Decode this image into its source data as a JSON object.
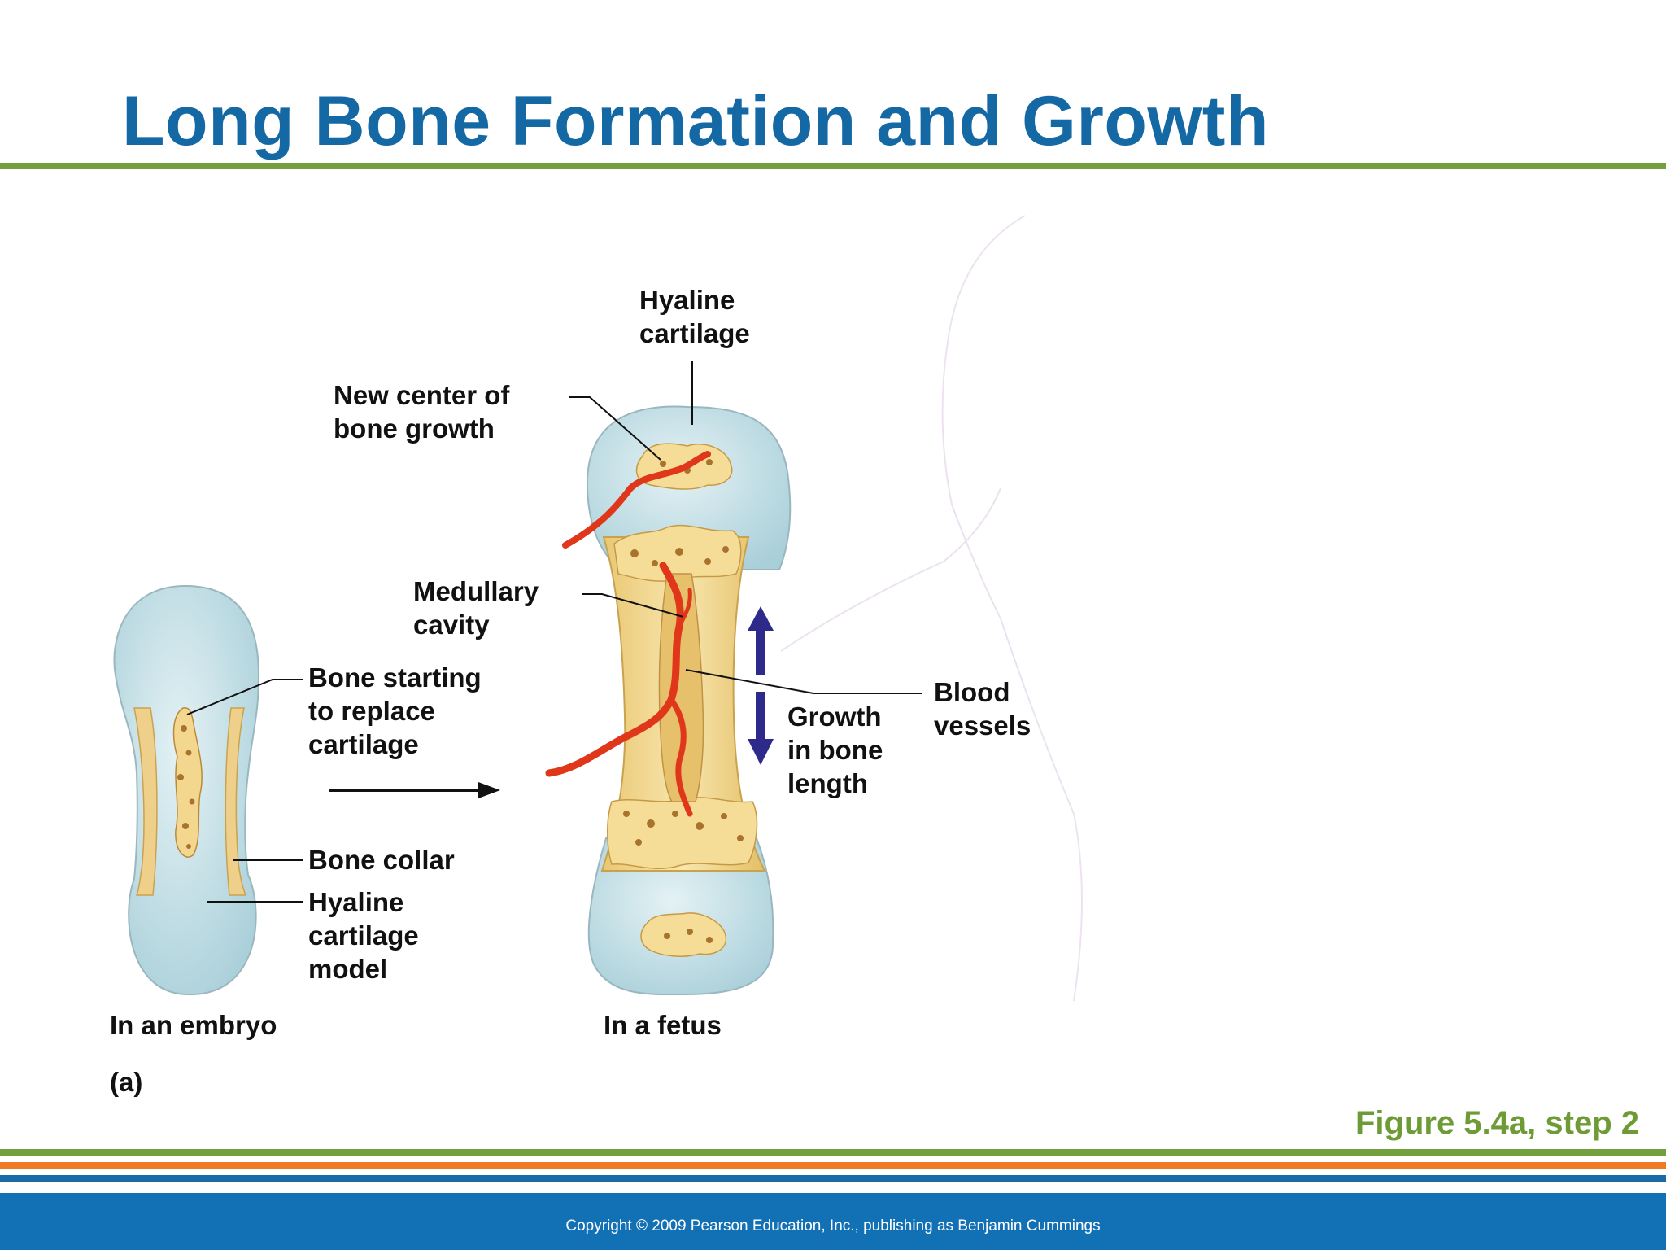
{
  "slide": {
    "title": "Long Bone Formation and Growth",
    "figure_ref": "Figure 5.4a, step 2",
    "copyright": "Copyright © 2009 Pearson Education, Inc., publishing as Benjamin Cummings"
  },
  "colors": {
    "title": "#1469a5",
    "green_rule": "#72a03c",
    "orange_rule": "#f07a22",
    "blue_rule": "#1a6aa8",
    "footer": "#1270b5",
    "cartilage": "#c5e1e8",
    "bone": "#f2d88f",
    "vessel": "#e0361a",
    "growth_arrow": "#2e2a8c"
  },
  "labels": {
    "hyaline_cartilage_top": "Hyaline\ncartilage",
    "new_center": "New center of\nbone growth",
    "medullary_cavity": "Medullary\ncavity",
    "bone_starting": "Bone starting\nto replace\ncartilage",
    "blood_vessels": "Blood\nvessels",
    "growth_length": "Growth\nin bone\nlength",
    "bone_collar": "Bone collar",
    "hyaline_model": "Hyaline\ncartilage\nmodel",
    "in_embryo": "In an embryo",
    "in_fetus": "In a fetus",
    "panel": "(a)"
  }
}
